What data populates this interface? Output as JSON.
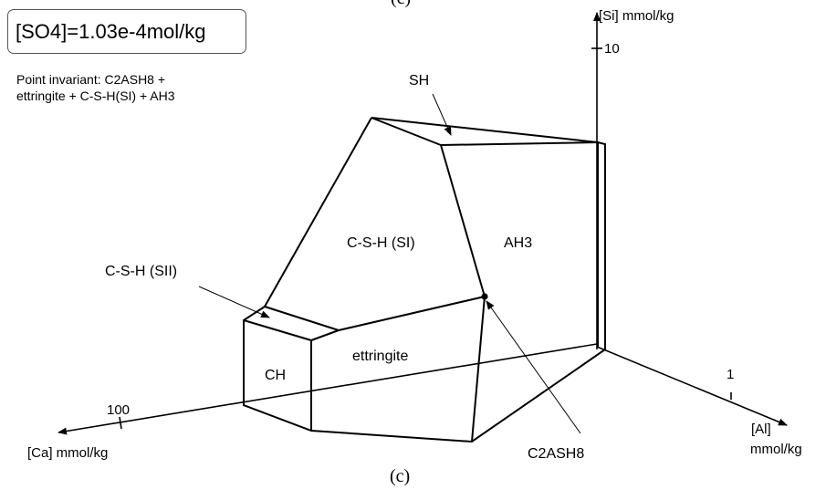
{
  "header": {
    "figure_top_label": "(c)",
    "sulfate_concentration": "[SO4]=1.03e-4mol/kg",
    "invariant_point_note_line1": "Point invariant: C2ASH8  +",
    "invariant_point_note_line2": "ettringite + C-S-H(SI) + AH3"
  },
  "axes": {
    "si_axis_label": "[Si] mmol/kg",
    "si_tick_label": "10",
    "ca_axis_label": "[Ca] mmol/kg",
    "ca_tick_label": "100",
    "al_axis_label_line1": "[Al]",
    "al_axis_label_line2": "mmol/kg",
    "al_tick_label": "1"
  },
  "phases": {
    "sh": "SH",
    "csh_si": "C-S-H (SI)",
    "ah3": "AH3",
    "csh_sii": "C-S-H (SII)",
    "ettringite": "ettringite",
    "ch": "CH",
    "c2ash8": "C2ASH8"
  },
  "caption": "(c)"
}
